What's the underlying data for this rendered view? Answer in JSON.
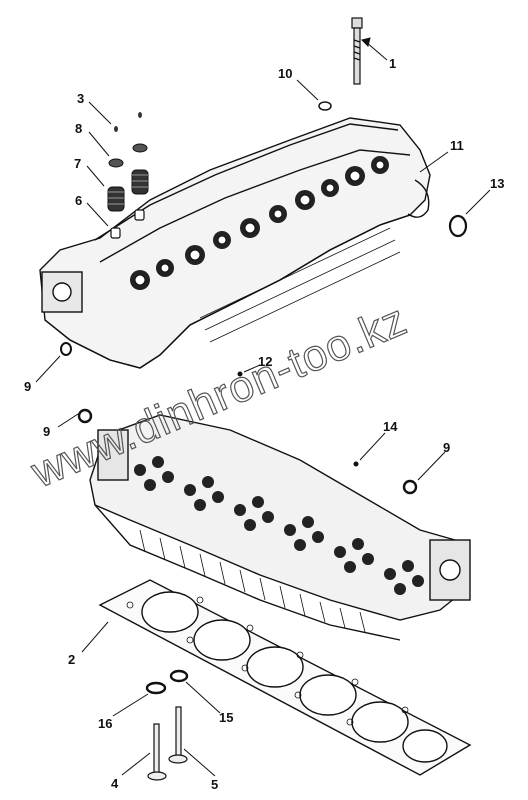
{
  "watermark": "www.dinhron-too.kz",
  "callouts": [
    {
      "id": "c1",
      "label": "1"
    },
    {
      "id": "c10",
      "label": "10"
    },
    {
      "id": "c3",
      "label": "3"
    },
    {
      "id": "c8",
      "label": "8"
    },
    {
      "id": "c7",
      "label": "7"
    },
    {
      "id": "c6",
      "label": "6"
    },
    {
      "id": "c11",
      "label": "11"
    },
    {
      "id": "c13",
      "label": "13"
    },
    {
      "id": "c9a",
      "label": "9"
    },
    {
      "id": "c12",
      "label": "12"
    },
    {
      "id": "c9b",
      "label": "9"
    },
    {
      "id": "c14",
      "label": "14"
    },
    {
      "id": "c9c",
      "label": "9"
    },
    {
      "id": "c2",
      "label": "2"
    },
    {
      "id": "c16",
      "label": "16"
    },
    {
      "id": "c15",
      "label": "15"
    },
    {
      "id": "c4",
      "label": "4"
    },
    {
      "id": "c5",
      "label": "5"
    }
  ]
}
